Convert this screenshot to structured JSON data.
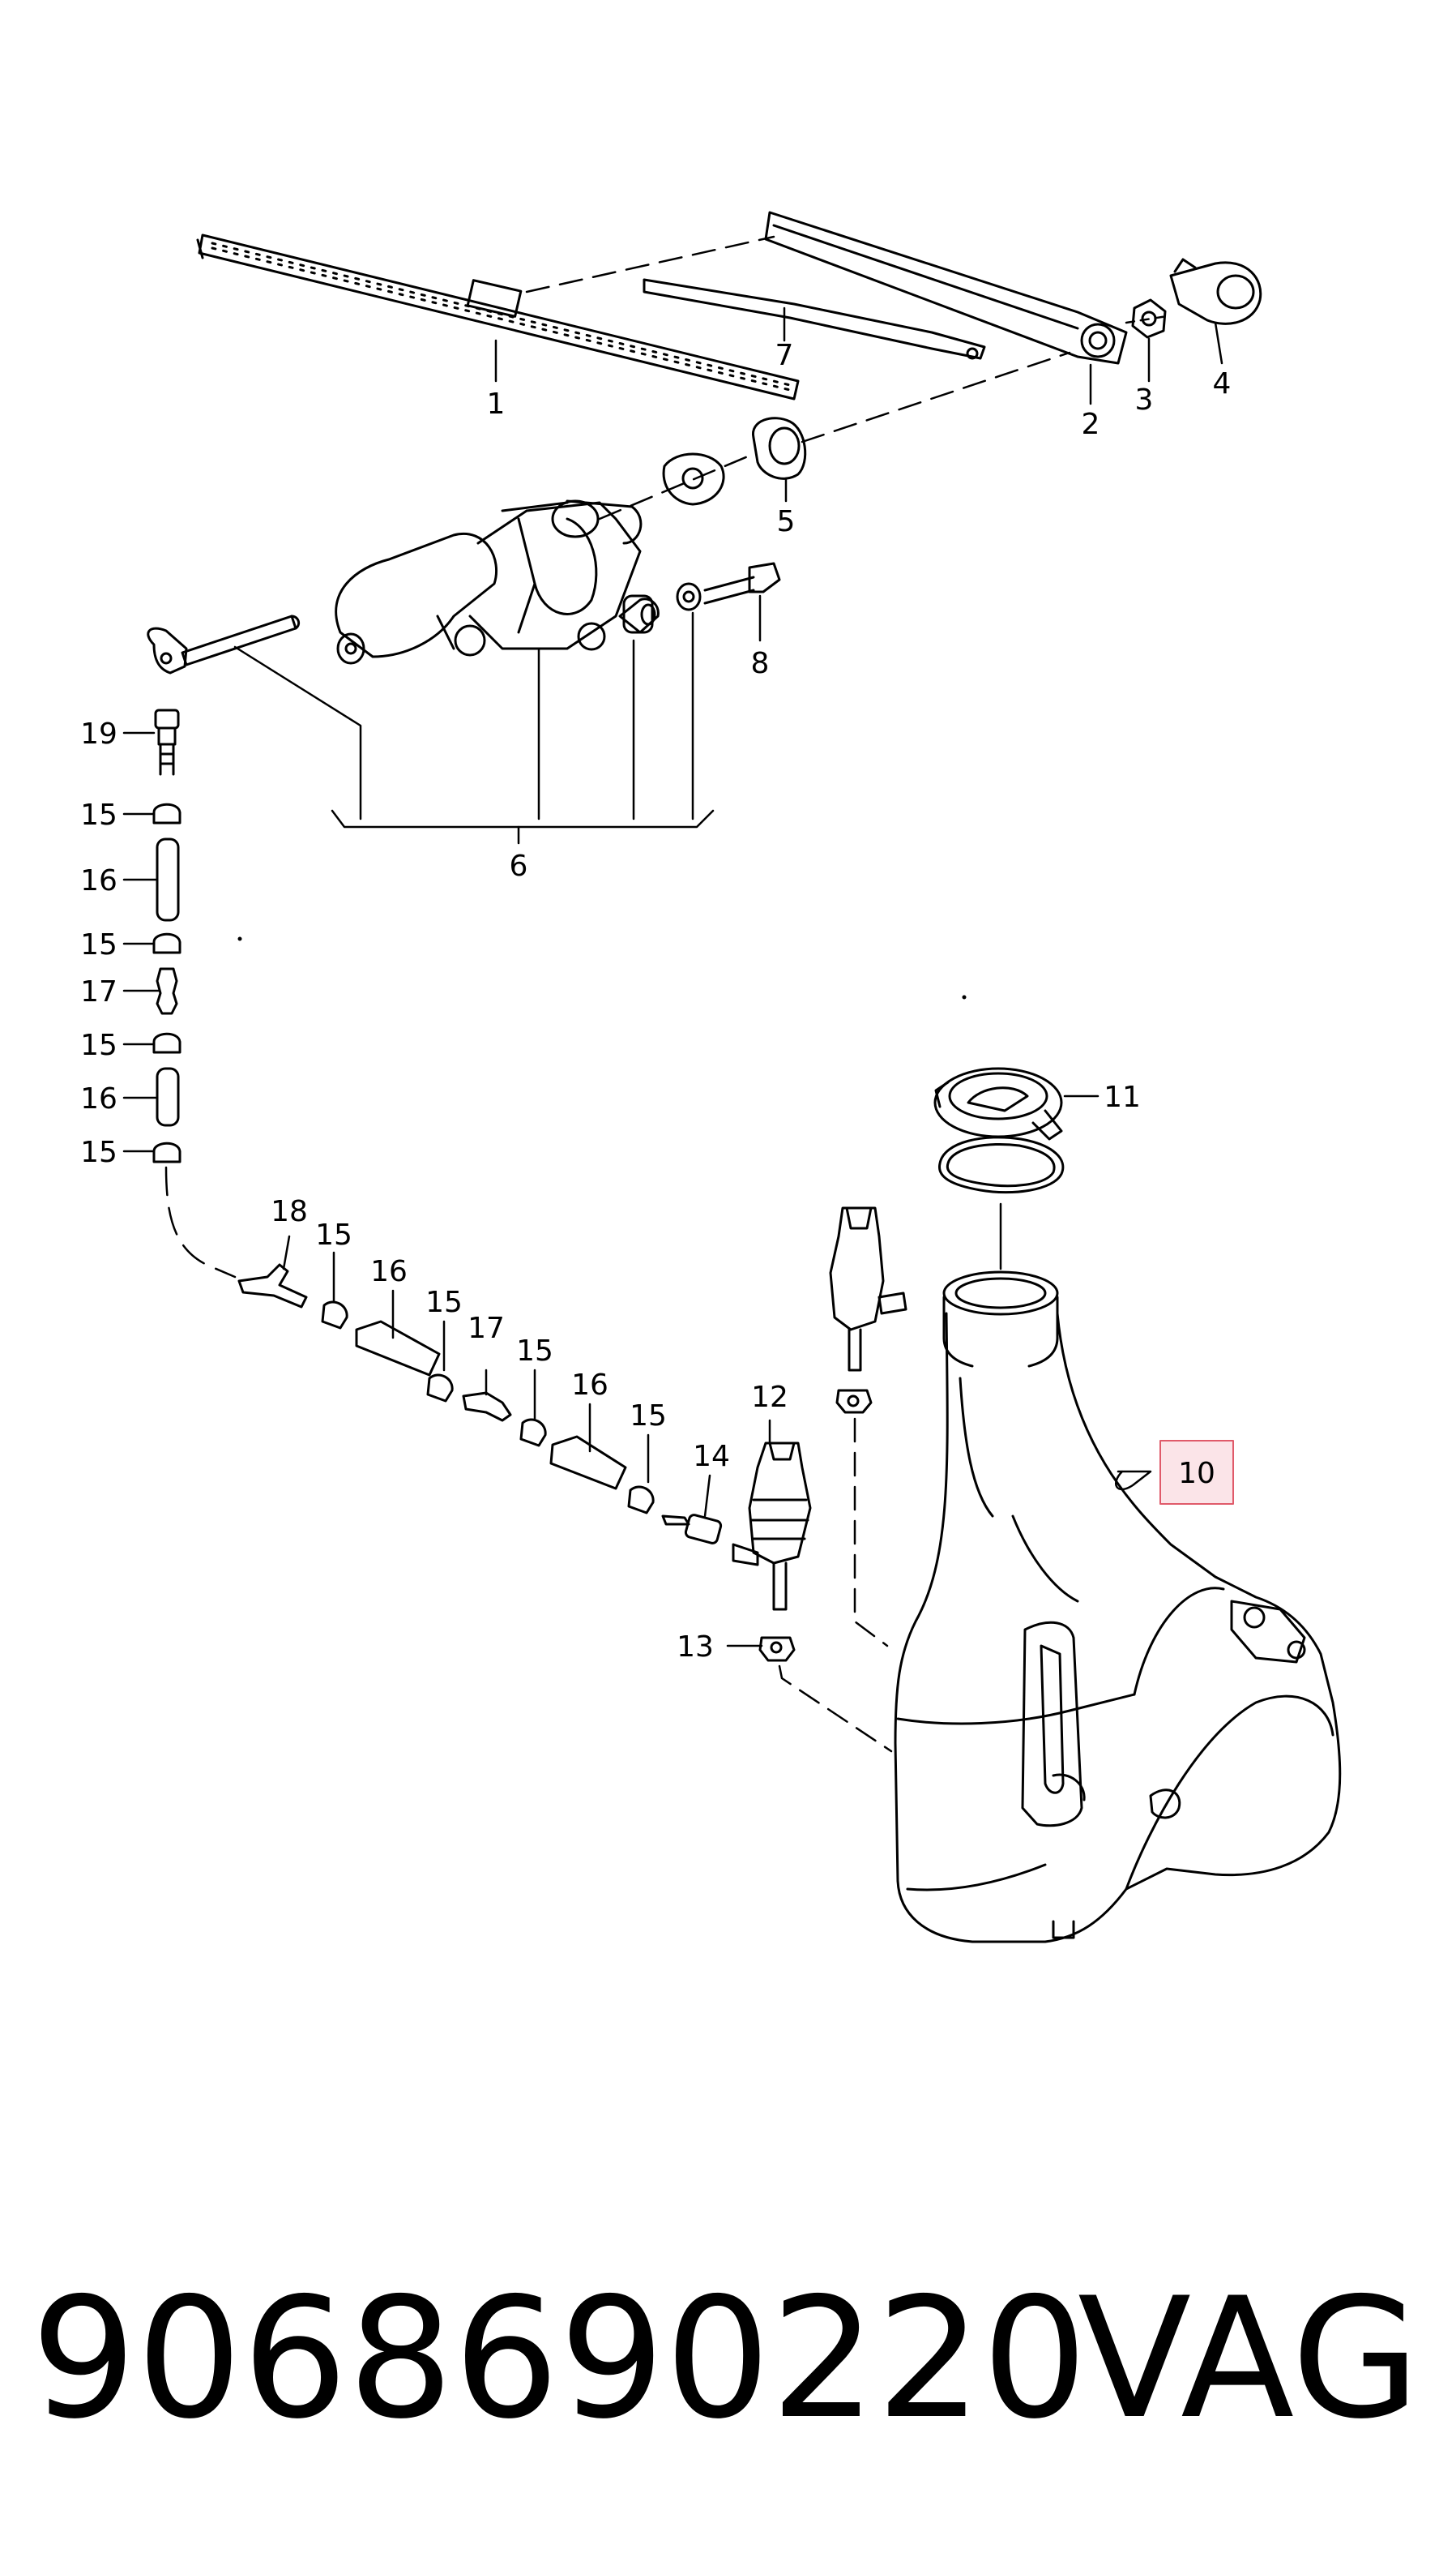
{
  "callouts": {
    "c1": "1",
    "c2": "2",
    "c3": "3",
    "c4": "4",
    "c5": "5",
    "c6": "6",
    "c7": "7",
    "c8": "8",
    "c10": "10",
    "c11": "11",
    "c12": "12",
    "c13": "13",
    "c14": "14",
    "c15": "15",
    "c16": "16",
    "c17": "17",
    "c18": "18",
    "c19": "19"
  },
  "footer": {
    "part_number": "9068690220",
    "brand": "VAG"
  },
  "colors": {
    "line": "#000000",
    "highlight_border": "#e05a6a",
    "highlight_fill": "#fbe4e8"
  }
}
